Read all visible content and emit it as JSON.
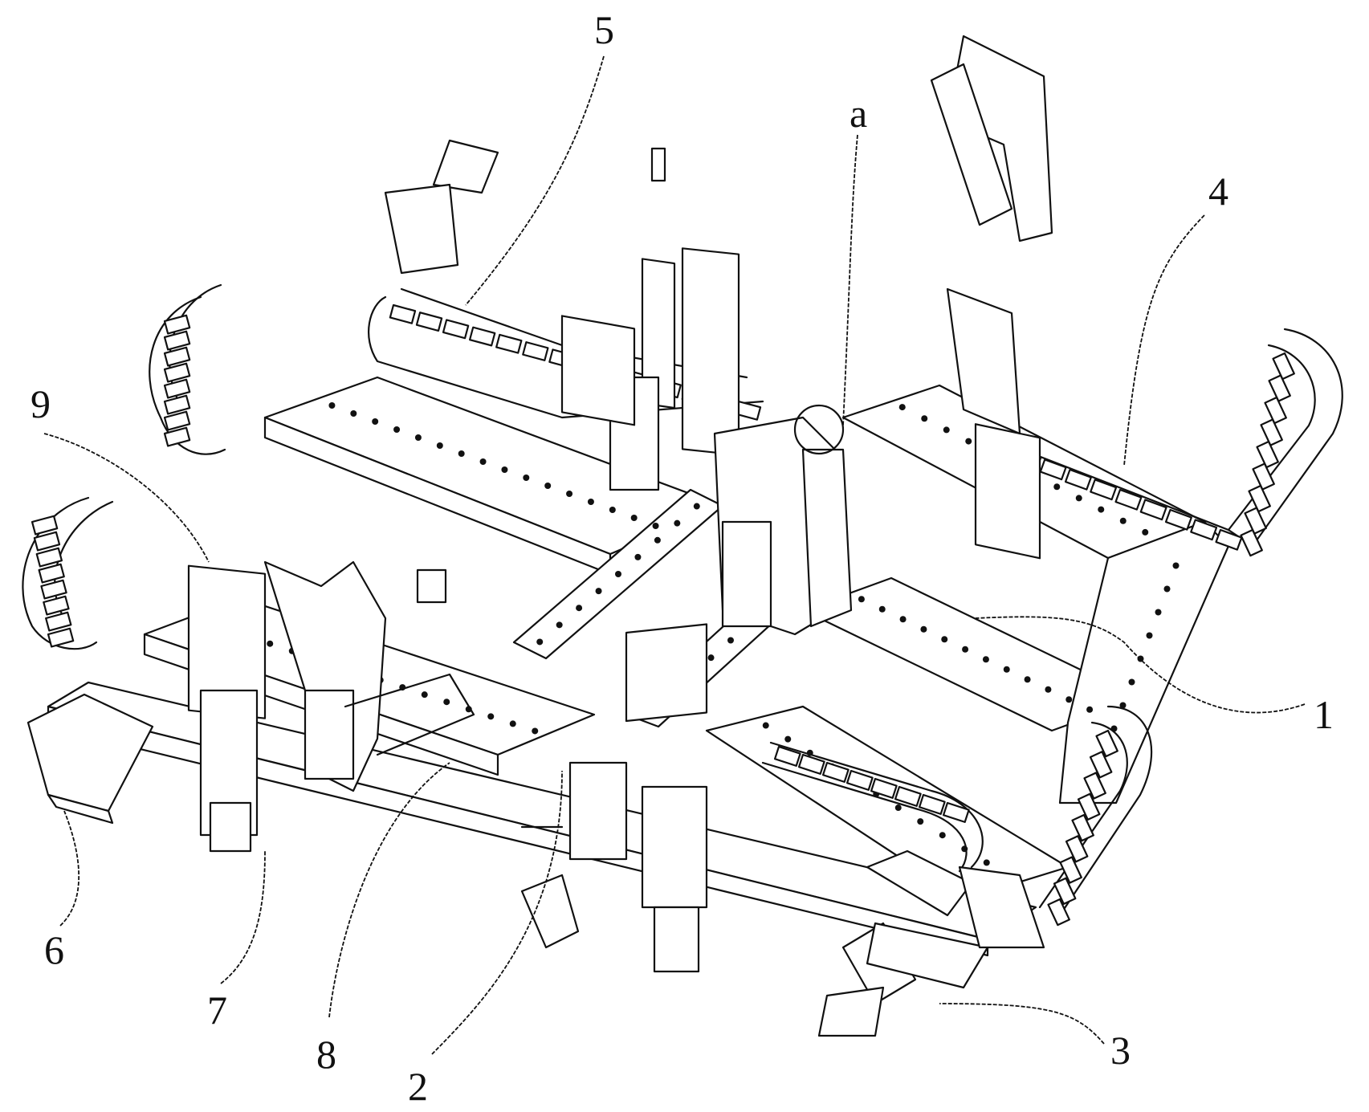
{
  "figure": {
    "type": "patent-style isometric line drawing",
    "subject": "gantry frame assembly with drag chains, perforated beams and vertical actuator units",
    "colors": {
      "line": "#111111",
      "background": "#ffffff"
    }
  },
  "labels": [
    {
      "id": "5",
      "text": "5",
      "part": "drag chain (upper left)"
    },
    {
      "id": "a",
      "text": "a",
      "part": "central clamp region"
    },
    {
      "id": "4",
      "text": "4",
      "part": "drag chain (right)"
    },
    {
      "id": "9",
      "text": "9",
      "part": "left vertical actuator"
    },
    {
      "id": "1",
      "text": "1",
      "part": "main frame"
    },
    {
      "id": "6",
      "text": "6",
      "part": "left end rail"
    },
    {
      "id": "7",
      "text": "7",
      "part": "support block"
    },
    {
      "id": "8",
      "text": "8",
      "part": "triangular bracket"
    },
    {
      "id": "2",
      "text": "2",
      "part": "front cross beam"
    },
    {
      "id": "3",
      "text": "3",
      "part": "front right rail"
    }
  ]
}
